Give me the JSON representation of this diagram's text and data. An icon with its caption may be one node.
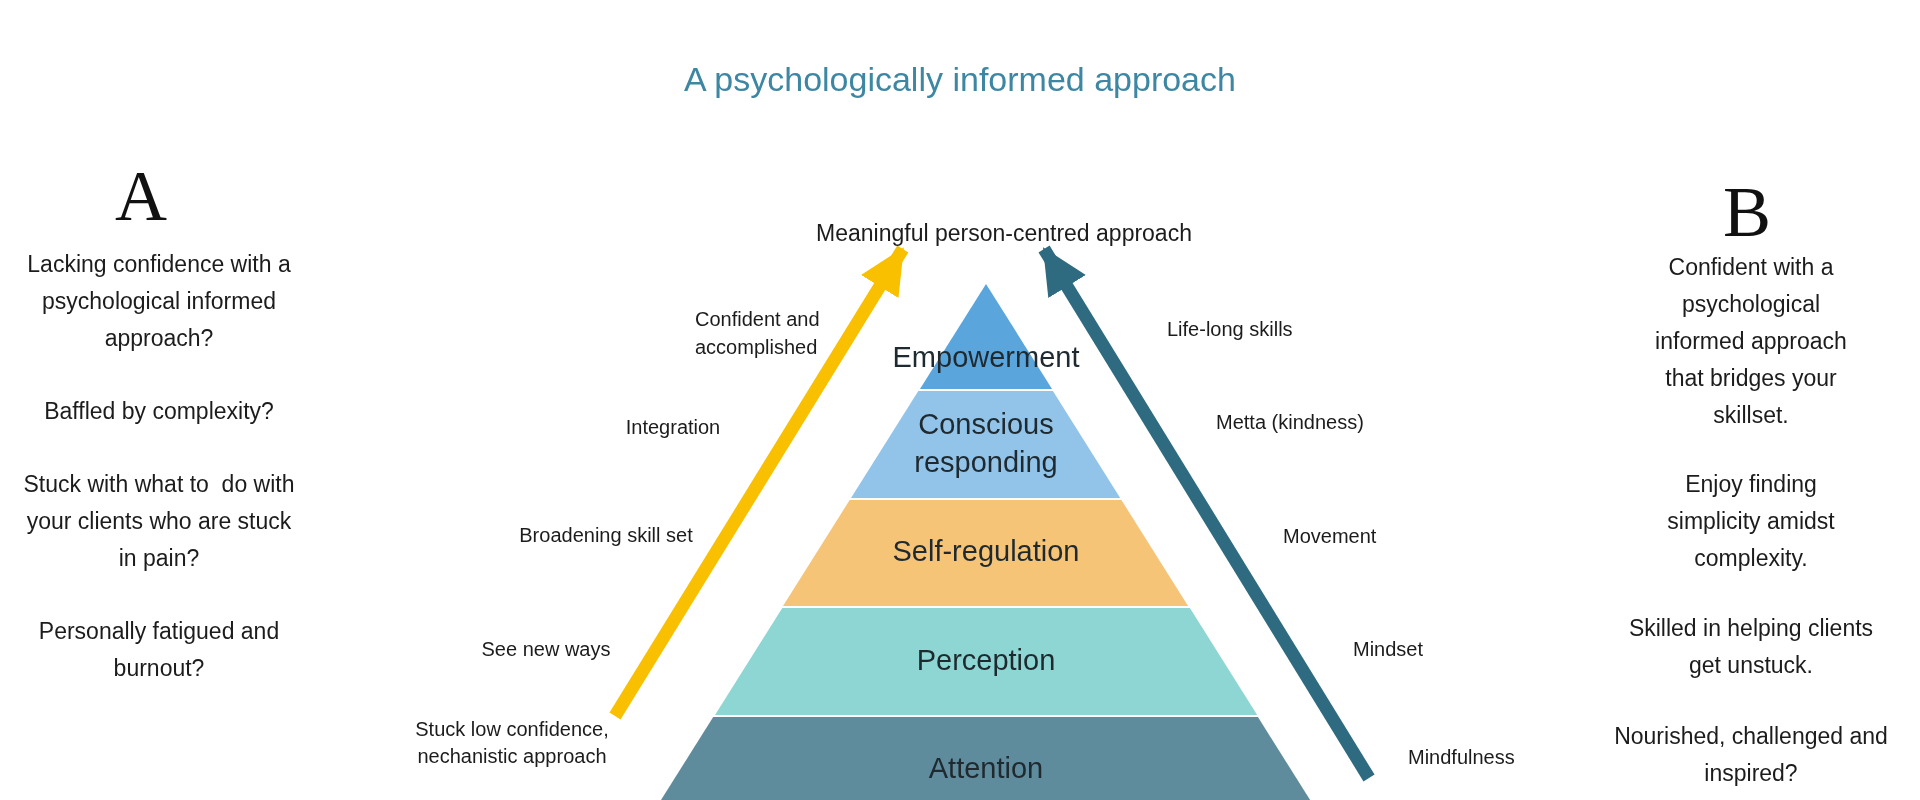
{
  "diagram": {
    "title": "A psychologically informed approach",
    "nodes": [
      {
        "text": [
          "Meaningful person-centred approach"
        ]
      },
      {
        "text": [
          "Stuck low confidence, nechanistic approach"
        ]
      },
      {
        "text": [
          "Empowerment"
        ]
      },
      {
        "text": [
          "Conscious responding"
        ]
      },
      {
        "text": [
          "Self-regulation"
        ]
      },
      {
        "text": [
          "Perception"
        ]
      },
      {
        "text": [
          "Attention"
        ]
      }
    ],
    "edges": [
      {
        "from": 1,
        "to": 0,
        "arrow": "to",
        "color": "#f9c000"
      },
      {
        "from": null,
        "to": 0,
        "arrow": "to",
        "color": "#2e6b80"
      }
    ],
    "labels": [
      "A",
      "Lacking confidence with a psychological informed approach?",
      "Baffled by complexity?",
      "Stuck with what to  do with your clients who are stuck in pain?",
      "Personally fatigued and burnout?",
      "B",
      "Confident with a psychological informed approach that bridges your skillset.",
      "Enjoy finding simplicity amidst complexity.",
      "Skilled in helping clients get unstuck.",
      "Nourished, challenged and inspired?",
      "Confident and accomplished",
      "Integration",
      "Broadening skill set",
      "See new ways",
      "Life-long skills",
      "Metta (kindness)",
      "Movement",
      "Mindset",
      "Mindfulness"
    ]
  }
}
